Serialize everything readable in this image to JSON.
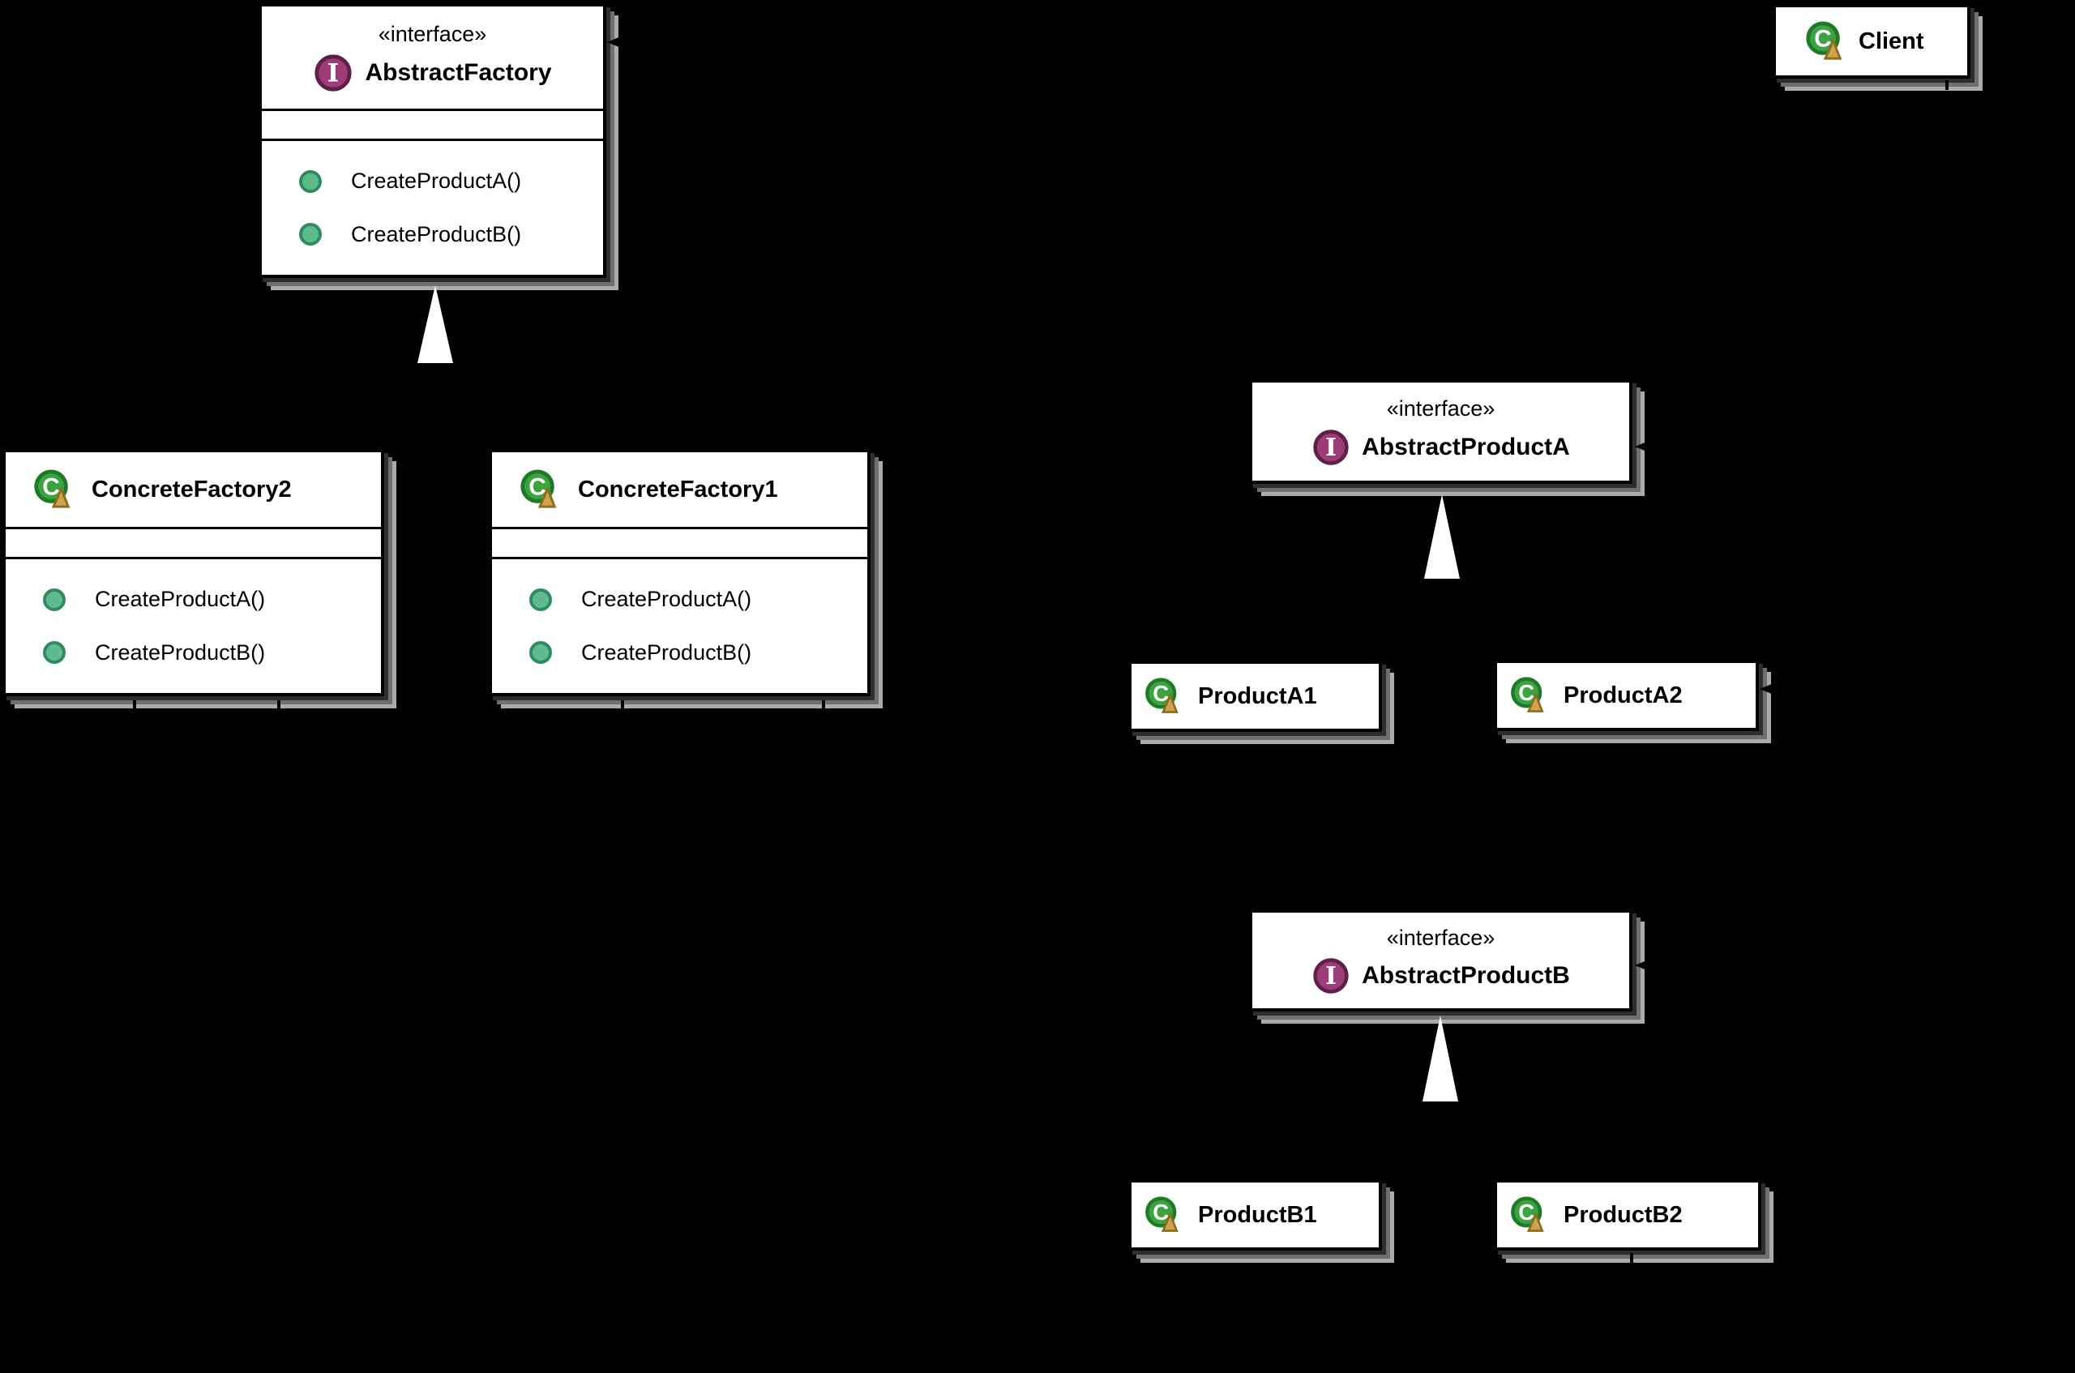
{
  "colors": {
    "background": "#000000",
    "box_fill": "#FFFFFF",
    "box_border": "#000000",
    "shadow_dark": "#2E2E2E",
    "shadow_mid": "#6F6F6F",
    "shadow_light": "#AAAAAA",
    "interface_icon_fill": "#9C3D79",
    "interface_icon_border": "#5E1F49",
    "class_icon_fill": "#3BA441",
    "class_icon_border": "#1F7A28",
    "badge_fill": "#D2A24C",
    "badge_border": "#8A6D1F",
    "method_dot_fill": "#5FBA8D",
    "method_dot_border": "#2E8B62",
    "inherit_arrow_fill": "#FFFFFF",
    "dependency_arrow": "#000000"
  },
  "diagram": {
    "icons": {
      "interface_letter": "I",
      "class_letter": "C"
    },
    "abstract_factory": {
      "stereotype": "«interface»",
      "name": "AbstractFactory",
      "methods": [
        "CreateProductA()",
        "CreateProductB()"
      ]
    },
    "concrete_factory2": {
      "name": "ConcreteFactory2",
      "methods": [
        "CreateProductA()",
        "CreateProductB()"
      ]
    },
    "concrete_factory1": {
      "name": "ConcreteFactory1",
      "methods": [
        "CreateProductA()",
        "CreateProductB()"
      ]
    },
    "client": {
      "name": "Client"
    },
    "abstract_product_a": {
      "stereotype": "«interface»",
      "name": "AbstractProductA"
    },
    "product_a1": {
      "name": "ProductA1"
    },
    "product_a2": {
      "name": "ProductA2"
    },
    "abstract_product_b": {
      "stereotype": "«interface»",
      "name": "AbstractProductB"
    },
    "product_b1": {
      "name": "ProductB1"
    },
    "product_b2": {
      "name": "ProductB2"
    }
  }
}
